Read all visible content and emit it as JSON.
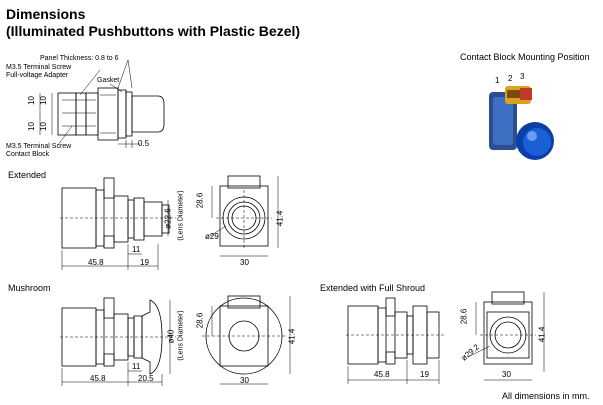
{
  "header": {
    "title_line1": "Dimensions",
    "title_line2": "(Illuminated Pushbuttons with Plastic Bezel)"
  },
  "top_drawing": {
    "panel_thickness": "Panel Thickness: 0.8 to 6",
    "terminal_screw_1": "M3.5 Terminal Screw",
    "full_voltage": "Full-voltage Adapter",
    "gasket": "Gasket",
    "terminal_screw_2": "M3.5 Terminal Screw",
    "contact_block": "Contact Block",
    "dim_10a": "10",
    "dim_10b": "10",
    "dim_10c": "10",
    "dim_10d": "10",
    "dim_0_5": "0.5"
  },
  "mounting": {
    "title": "Contact Block Mounting Position",
    "pos1": "1",
    "pos2": "2",
    "pos3": "3"
  },
  "extended": {
    "title": "Extended",
    "dim_45_8": "45.8",
    "dim_11": "11",
    "dim_19": "19",
    "lens_dia": "ø22.6",
    "lens_label": "(Lens Diameter)",
    "dim_28_6": "28.6",
    "dim_29": "ø29",
    "dim_41_4": "41.4",
    "dim_30": "30"
  },
  "mushroom": {
    "title": "Mushroom",
    "dim_45_8": "45.8",
    "dim_11": "11",
    "dim_20_5": "20.5",
    "lens_dia": "ø40",
    "lens_label": "(Lens Diameter)",
    "dim_28_6": "28.6",
    "dim_41_4": "41.4",
    "dim_30": "30"
  },
  "shroud": {
    "title": "Extended with Full Shroud",
    "dim_45_8": "45.8",
    "dim_19": "19",
    "dim_28_6": "28.6",
    "dim_41_4": "41.4",
    "dim_30": "30",
    "dim_29_2": "ø29.2"
  },
  "footer": {
    "note": "All dimensions in mm."
  },
  "colors": {
    "button_blue": "#1a5fd6",
    "button_yellow": "#d9a21a",
    "button_red": "#c0392b"
  }
}
